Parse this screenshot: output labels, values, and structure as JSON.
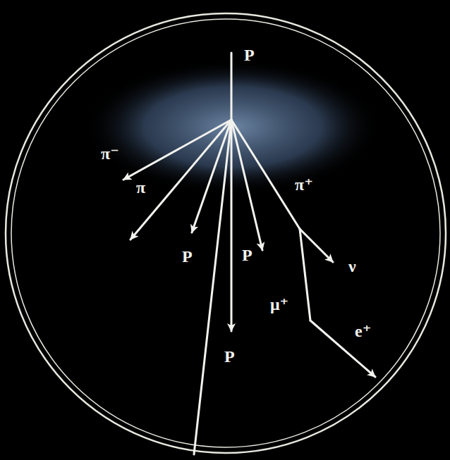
{
  "diagram": {
    "labels": [
      "P",
      "π⁻",
      "π",
      "P",
      "P",
      "π⁺",
      "ν",
      "μ⁺",
      "e⁺",
      "P"
    ]
  }
}
